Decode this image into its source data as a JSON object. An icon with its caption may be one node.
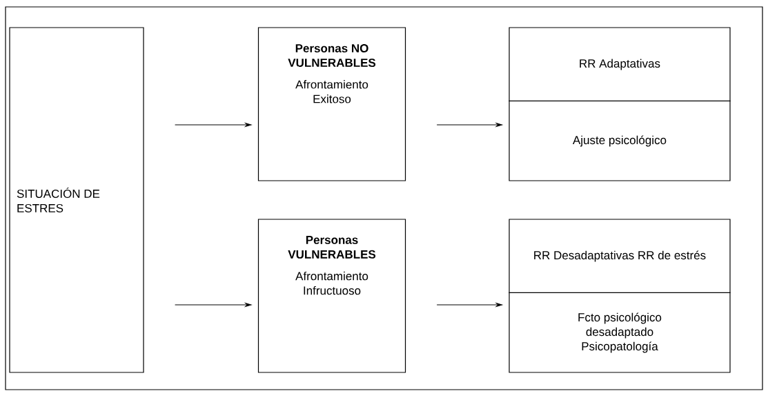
{
  "diagram": {
    "nodes": [
      {
        "text": [
          "SITUACIÓN DE ESTRES"
        ]
      },
      {
        "text": [
          "Personas NO VULNERABLES",
          "Afrontamiento Exitoso"
        ]
      },
      {
        "text": [
          "RR Adaptativas",
          "Ajuste psicológico"
        ]
      },
      {
        "text": [
          "Personas VULNERABLES",
          "Afrontamiento Infructuoso"
        ]
      },
      {
        "text": [
          "RR Desadaptativas RR de estrés",
          "Fcto psicológico desadaptado Psicopatología"
        ]
      }
    ],
    "edges": [
      {
        "from": 0,
        "to": 1,
        "arrow": "to"
      },
      {
        "from": 1,
        "to": 2,
        "arrow": "to"
      },
      {
        "from": 0,
        "to": 3,
        "arrow": "to"
      },
      {
        "from": 3,
        "to": 4,
        "arrow": "to"
      }
    ]
  }
}
